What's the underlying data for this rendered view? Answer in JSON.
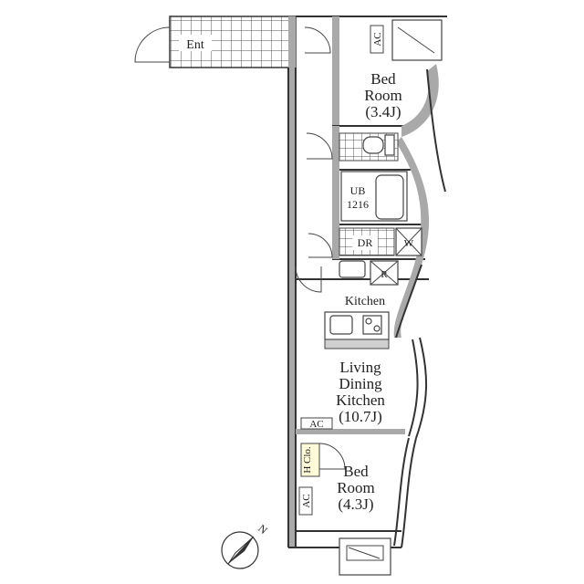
{
  "rooms": {
    "entrance": "Ent",
    "bedroom_top_name": "Bed",
    "bedroom_top_name2": "Room",
    "bedroom_top_size": "(3.4J)",
    "bath": "UB",
    "bath_size": "1216",
    "dressing": "DR",
    "washer": "W",
    "refrigerator": "R",
    "kitchen": "Kitchen",
    "ldk_line1": "Living",
    "ldk_line2": "Dining",
    "ldk_line3": "Kitchen",
    "ldk_size": "(10.7J)",
    "closet": "H Clo.",
    "bedroom_bottom_name": "Bed",
    "bedroom_bottom_name2": "Room",
    "bedroom_bottom_size": "(4.3J)",
    "ac_top": "AC",
    "ac_ldk": "AC",
    "ac_bottom": "AC"
  },
  "compass": {
    "north": "N"
  },
  "colors": {
    "wall": "#a9a9a9",
    "closet": "#fffbd8",
    "line": "#333333"
  }
}
